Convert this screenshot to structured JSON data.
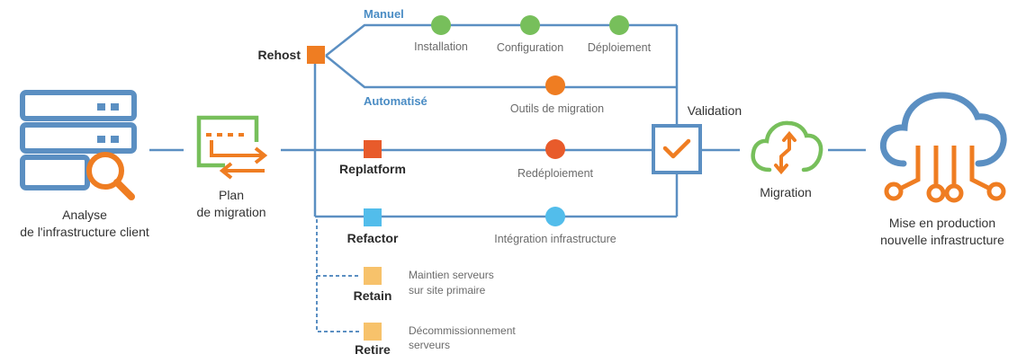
{
  "colors": {
    "blue": "#5b8fc2",
    "orange": "#ef7d22",
    "green": "#77bf5b",
    "red": "#e85b2b",
    "light_blue": "#52bdeb",
    "yellow": "#f7c26b",
    "line": "#5b8fc2"
  },
  "nodes": {
    "analyse": {
      "line1": "Analyse",
      "line2": "de l'infrastructure client",
      "icon": "server-search-icon"
    },
    "plan": {
      "line1": "Plan",
      "line2": "de migration",
      "icon": "migration-plan-icon"
    },
    "validation": {
      "label": "Validation",
      "icon": "checkbox-check-icon"
    },
    "migration": {
      "label": "Migration",
      "icon": "cloud-sync-icon"
    },
    "production": {
      "line1": "Mise en production",
      "line2": "nouvelle infrastructure",
      "icon": "cloud-circuit-icon"
    }
  },
  "strategies": {
    "rehost": "Rehost",
    "replatform": "Replatform",
    "refactor": "Refactor",
    "retain": "Retain",
    "retire": "Retire"
  },
  "branches": {
    "manuel": "Manuel",
    "automatise": "Automatisé"
  },
  "steps": {
    "installation": "Installation",
    "configuration": "Configuration",
    "deploiement": "Déploiement",
    "outils": "Outils de migration",
    "redeploiement": "Redéploiement",
    "integration": "Intégration infrastructure"
  },
  "notes": {
    "retain_line1": "Maintien serveurs",
    "retain_line2": "sur site primaire",
    "retire_line1": "Décommissionnement",
    "retire_line2": "serveurs"
  }
}
